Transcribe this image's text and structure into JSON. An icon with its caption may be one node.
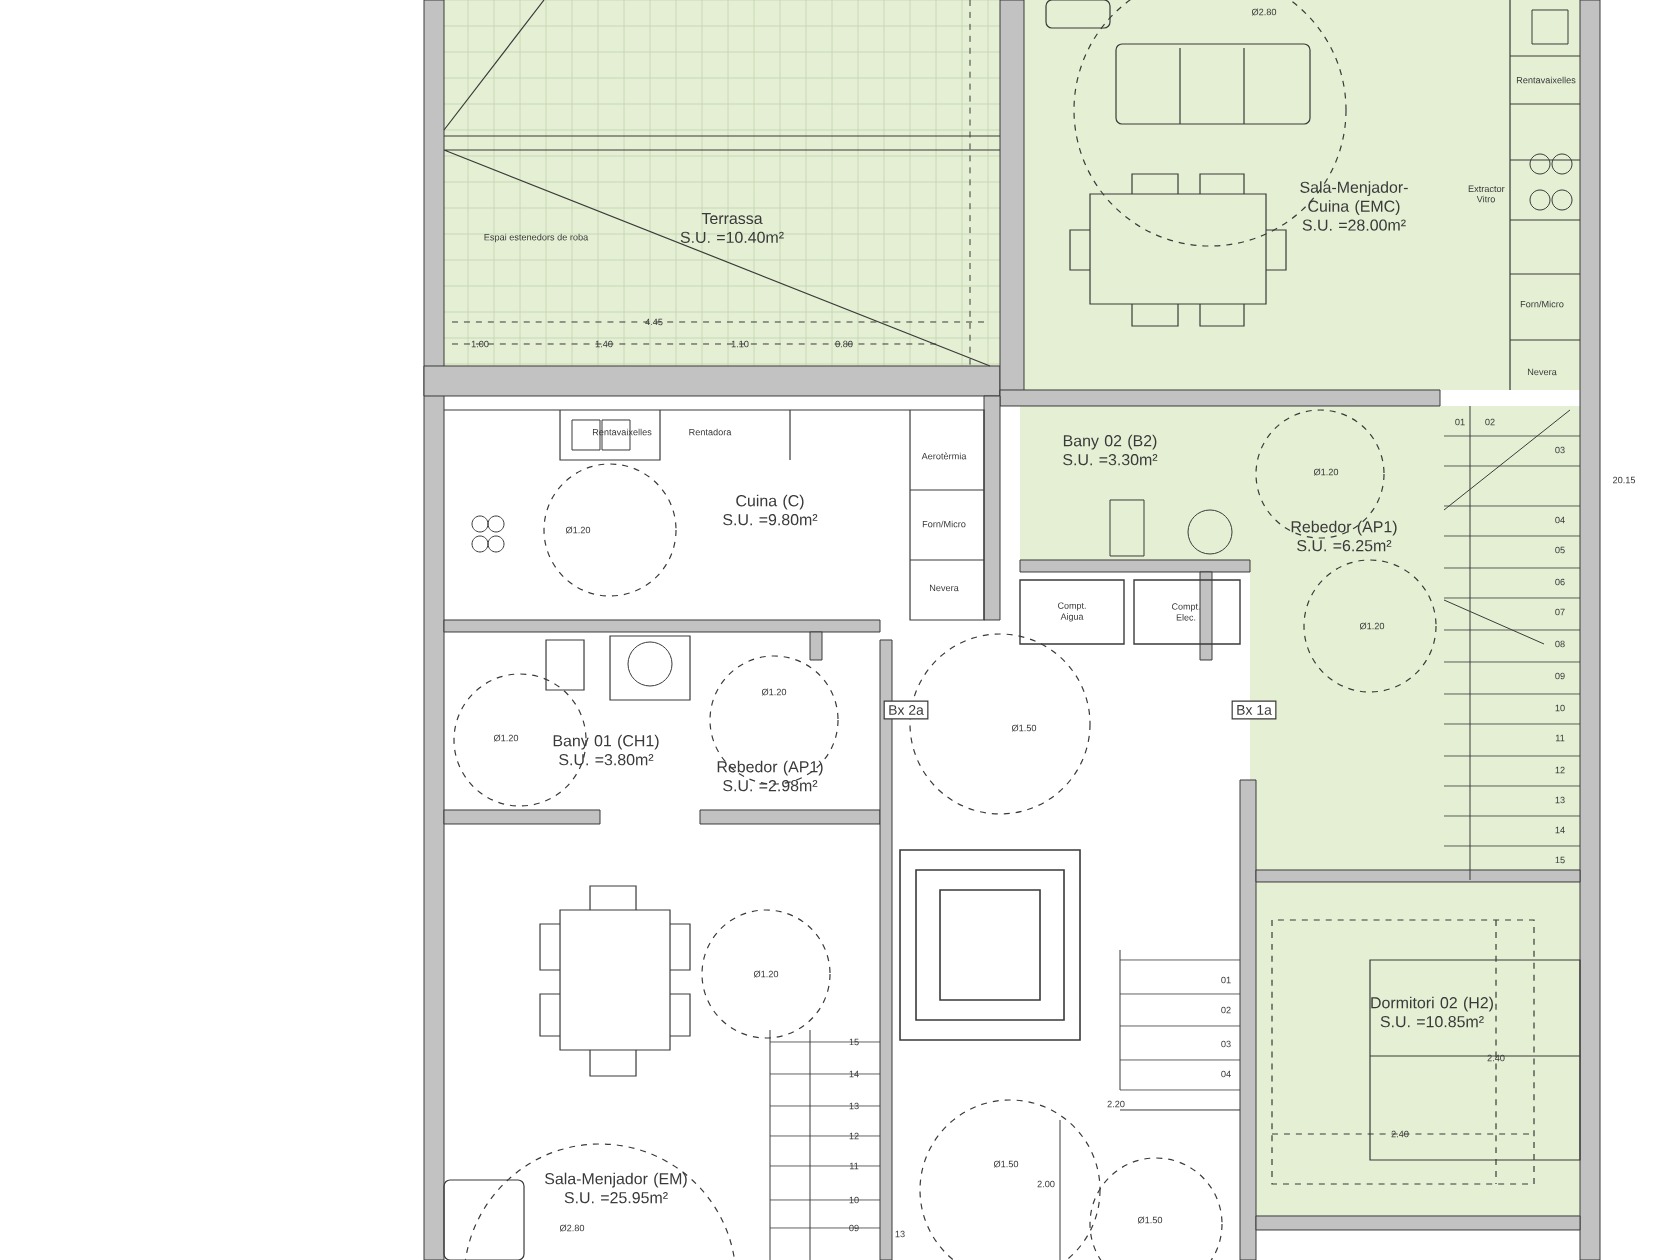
{
  "diagram": {
    "nodes": [
      {
        "text": [
          "Terrassa",
          "S.U. =10.40m²"
        ]
      },
      {
        "text": [
          "Sala-Menjador-Cuina (EMC)",
          "S.U. =28.00m²"
        ]
      },
      {
        "text": [
          "Cuina (C)",
          "S.U. =9.80m²"
        ]
      },
      {
        "text": [
          "Bany 02 (B2)",
          "S.U. =3.30m²"
        ]
      },
      {
        "text": [
          "Rebedor (AP1)",
          "S.U. =6.25m²"
        ]
      },
      {
        "text": [
          "Bany 01 (CH1)",
          "S.U. =3.80m²"
        ]
      },
      {
        "text": [
          "Rebedor (AP1)",
          "S.U. =2.98m²"
        ]
      },
      {
        "text": [
          "Sala-Menjador (EM)",
          "S.U. =25.95m²"
        ]
      },
      {
        "text": [
          "Dormitori 02 (H2)",
          "S.U. =10.85m²"
        ]
      },
      {
        "text": [
          "Compt. Aigua"
        ]
      },
      {
        "text": [
          "Compt. Elec."
        ]
      },
      {
        "text": [
          "Bx 2a"
        ]
      },
      {
        "text": [
          "Bx 1a"
        ]
      }
    ],
    "labels": [
      "Espai estenedors de roba",
      "4.45",
      "1.00",
      "1.40",
      "1.10",
      "0.80",
      "Ø2.80",
      "Rentavaixelles",
      "Extractor Vitro",
      "Forn/Micro",
      "Nevera",
      "01",
      "02",
      "03",
      "20.15",
      "Rentavaixelles",
      "Rentadora",
      "Aerotèrmia",
      "Ø1.20",
      "Forn/Micro",
      "Nevera",
      "Ø1.20",
      "04",
      "05",
      "06",
      "07",
      "08",
      "Ø1.20",
      "09",
      "10",
      "11",
      "12",
      "Ø1.20",
      "Ø1.50",
      "Ø1.20",
      "13",
      "14",
      "15",
      "Ø1.20",
      "01",
      "02",
      "03",
      "04",
      "15",
      "14",
      "13",
      "12",
      "11",
      "10",
      "09",
      "2.20",
      "2.40",
      "Ø1.50",
      "2.00",
      "2.40",
      "13",
      "Ø2.80",
      "Ø1.50"
    ]
  }
}
